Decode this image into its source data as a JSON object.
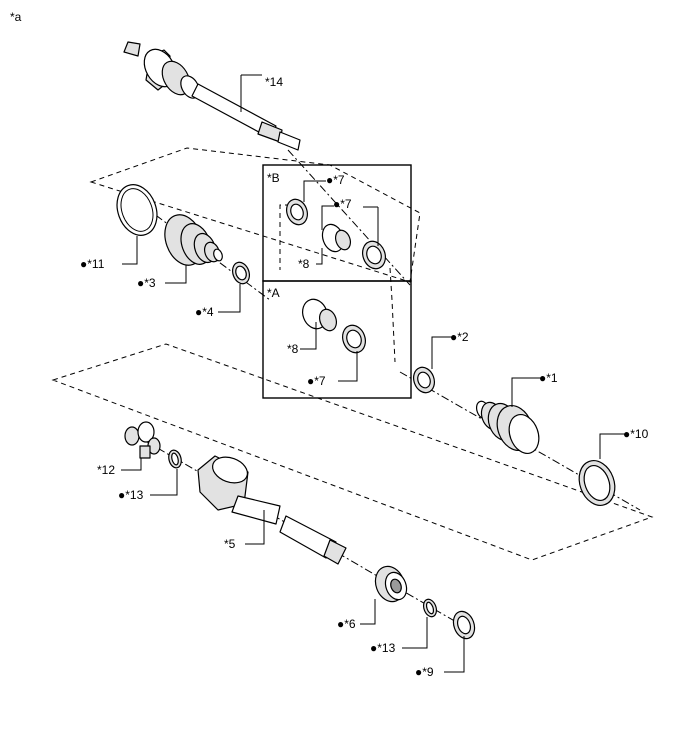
{
  "diagram": {
    "corner_label": "*a",
    "callouts": {
      "c14": "*14",
      "c7_top1": "*7",
      "c7_top2": "*7",
      "c8_top": "*8",
      "c11": "*11",
      "c3": "*3",
      "c4": "*4",
      "c2": "*2",
      "c1": "*1",
      "c8_bottom": "*8",
      "c7_bottom": "*7",
      "c10": "*10",
      "c12": "*12",
      "c13_left": "*13",
      "c5": "*5",
      "c6": "*6",
      "c13_bottom": "*13",
      "c9": "*9"
    },
    "box_labels": {
      "b": "*B",
      "a": "*A"
    },
    "bullet": "●"
  }
}
